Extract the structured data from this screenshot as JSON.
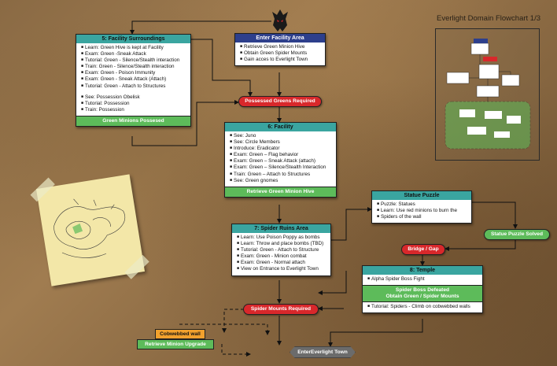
{
  "title": "Everlight Domain Flowchart 1/3",
  "nodes": {
    "facility_surroundings": {
      "header": "5: Facility Surroundings",
      "items": [
        "Learn: Green Hive is kept at Facility",
        "Exam: Green -Sneak Attack",
        "Tutorial: Green - Silence/Stealth interaction",
        "Train: Green - Silence/Stealth interaction",
        "Exam: Green - Poison Immunity",
        "Exam: Green - Sneak Attack (Attach)",
        "Tutorial: Green - Attach to Structures"
      ],
      "items2": [
        "See: Possession Obelisk",
        "Tutorial: Possession",
        "Train: Possession"
      ],
      "footer": "Green Minions Possesed"
    },
    "enter_facility": {
      "header": "Enter Facility Area",
      "items": [
        "Retrieve Green Minion Hive",
        "Obtain Green Spider Mounts",
        "Gain acces to Everlight Town"
      ]
    },
    "facility": {
      "header": "6: Facility",
      "items": [
        "See: Juno",
        "See: Circle Members",
        "Introduce: Eradicator",
        "Exam: Green – Flag behavior",
        "Exam: Green – Sneak Attack (attach)",
        "Exam: Green – Silence/Stealth Interaction",
        "Train: Green – Attach to Structures",
        "See: Green gnomes"
      ],
      "footer": "Retrieve Green Minion Hive"
    },
    "spider_ruins": {
      "header": "7: Spider Ruins Area",
      "items": [
        "Learn: Use Poison Poppy as bombs",
        "Learn: Throw and place bombs (TBD)",
        "Tutorial: Green - Attach to Structure",
        "Exam: Green - Minion combat",
        "Exam: Green - Normal attach",
        "View on Entrance to Everlight Town"
      ]
    },
    "statue_puzzle": {
      "header": "Statue Puzzle",
      "items": [
        "Puzzle: Statues",
        "Learn: Use red minions to burn the",
        "Spiders of the wall"
      ]
    },
    "temple": {
      "header": "8: Temple",
      "items": [
        "Alpha Spider Boss Fight"
      ],
      "middle": [
        "Spider Boss Defeated",
        "Obtain Green / Spider Mounts"
      ],
      "items2": [
        "Tutorial: Spiders - Climb on cobwebbed walls"
      ]
    }
  },
  "pills": {
    "possessed_greens": "Possessed Greens Required",
    "bridge_gap": "Bridge / Gap",
    "statue_solved": "Statue Puzzle Solved",
    "spider_mounts": "Spider Mounts Required",
    "cobwebbed_wall": "Cobwebbed wall",
    "retrieve_upgrade": "Retrieve Minion Upgrade",
    "enter_town": "EnterEverlight Town"
  },
  "colors": {
    "teal_header": "#3aa5a0",
    "blue_header": "#2d3f8c",
    "green": "#5dbb5a",
    "red": "#d8282b",
    "orange": "#f2a12d",
    "grey": "#6b6b6b"
  }
}
